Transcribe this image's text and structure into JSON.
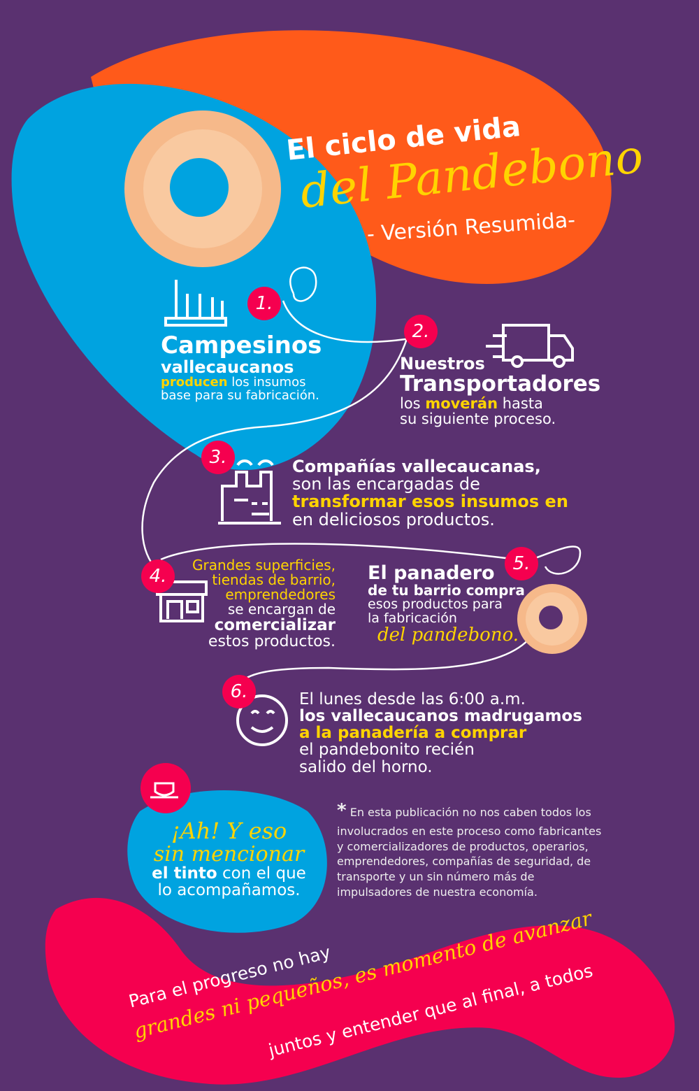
{
  "title": {
    "line1": "El ciclo de vida",
    "line2": "del Pandebono",
    "line3": "- Versión Resumida-"
  },
  "steps": [
    {
      "number": "1.",
      "heading": "Campesinos",
      "subheading": "vallecaucanos",
      "highlight": "producen",
      "text": " los insumos",
      "text2": "base para su fabricación.",
      "icon": "crops-icon"
    },
    {
      "number": "2.",
      "heading": "Nuestros",
      "subheading": "Transportadores",
      "text": "los ",
      "highlight": "moverán",
      "text_after": " hasta",
      "text2": "su siguiente proceso.",
      "icon": "truck-icon"
    },
    {
      "number": "3.",
      "heading": "Compañías vallecaucanas,",
      "text": "son las encargadas de",
      "highlight": "transformar esos insumos en",
      "text2": "en deliciosos productos.",
      "icon": "factory-icon"
    },
    {
      "number": "4.",
      "highlight1": "Grandes superficies,",
      "highlight2": "tiendas de barrio,",
      "highlight3": "emprendedores",
      "text": "se encargan de",
      "bold": "comercializar",
      "text2": "estos productos.",
      "icon": "store-icon"
    },
    {
      "number": "5.",
      "heading": "El panadero",
      "subheading": "de tu barrio compra",
      "text": "esos productos para",
      "text2": "la fabricación",
      "highlight": "del pandebono.",
      "icon": "pandebono-icon"
    },
    {
      "number": "6.",
      "text": "El lunes desde las 6:00 a.m.",
      "bold": "los vallecaucanos madrugamos",
      "highlight": "a la panadería a comprar",
      "text2": "el pandebonito recién",
      "text3": "salido del horno.",
      "icon": "smiley-icon"
    }
  ],
  "tinto": {
    "line1": "¡Ah! Y eso",
    "line2": "sin mencionar",
    "bold": "el tinto",
    "text": " con el que",
    "text2": "lo acompañamos.",
    "icon": "coffee-cup-icon"
  },
  "footnote": {
    "asterisk": "*",
    "text": "En esta publicación no nos caben todos los involucrados en este proceso como fabricantes y comercializadores de productos, operarios, emprendedores, compañías de seguridad, de transporte y un sin número más de impulsadores de nuestra economía."
  },
  "quote": {
    "line1": "Para el progreso no hay",
    "line2a": "grandes ni pequeños,",
    "line2b": " es momento de avanzar",
    "line3": "juntos y entender que al final, a todos"
  },
  "colors": {
    "background": "#5a3170",
    "orange": "#ff5a1a",
    "blue": "#00a3e0",
    "pink": "#f5004f",
    "yellow": "#ffd400"
  }
}
